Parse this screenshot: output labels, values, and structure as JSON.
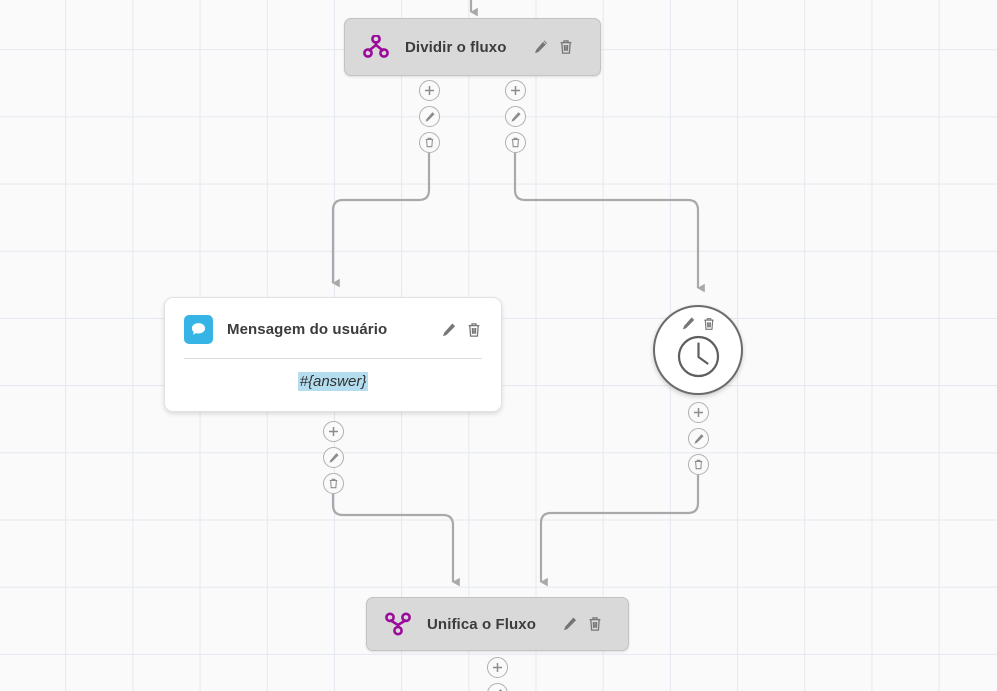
{
  "canvas": {
    "background_color": "#fafafb",
    "grid_color": "#e4e8ef"
  },
  "colors": {
    "node_gray_bg": "#d9d9d9",
    "node_purple_icon": "#9b0b9b",
    "badge_blue": "#36b4e5",
    "variable_highlight": "#b5ddf0",
    "edge_stroke": "#a9a9a9",
    "button_border": "#b0b0b0"
  },
  "nodes": [
    {
      "id": "split",
      "type": "split",
      "title": "Dividir o fluxo",
      "icon": "flow-split-icon",
      "edit_label": "pencil-icon",
      "delete_label": "trash-icon"
    },
    {
      "id": "message",
      "type": "user-message",
      "title": "Mensagem do usuário",
      "icon": "chat-bubble-icon",
      "body_variable": "#{answer}",
      "edit_label": "pencil-icon",
      "delete_label": "trash-icon"
    },
    {
      "id": "timer",
      "type": "timer",
      "title": "",
      "icon": "clock-icon",
      "edit_label": "pencil-icon",
      "delete_label": "trash-icon"
    },
    {
      "id": "merge",
      "type": "merge",
      "title": "Unifica o Fluxo",
      "icon": "flow-merge-icon",
      "edit_label": "pencil-icon",
      "delete_label": "trash-icon"
    }
  ],
  "connector_actions": {
    "add": "+",
    "edit": "pencil-icon",
    "delete": "trash-icon"
  },
  "connector_stacks": [
    {
      "id": "split-out-left",
      "buttons": [
        "add",
        "edit",
        "delete"
      ]
    },
    {
      "id": "split-out-right",
      "buttons": [
        "add",
        "edit",
        "delete"
      ]
    },
    {
      "id": "message-out",
      "buttons": [
        "add",
        "edit",
        "delete"
      ]
    },
    {
      "id": "timer-out",
      "buttons": [
        "add",
        "edit",
        "delete"
      ]
    },
    {
      "id": "merge-out",
      "buttons": [
        "add",
        "edit"
      ]
    }
  ]
}
